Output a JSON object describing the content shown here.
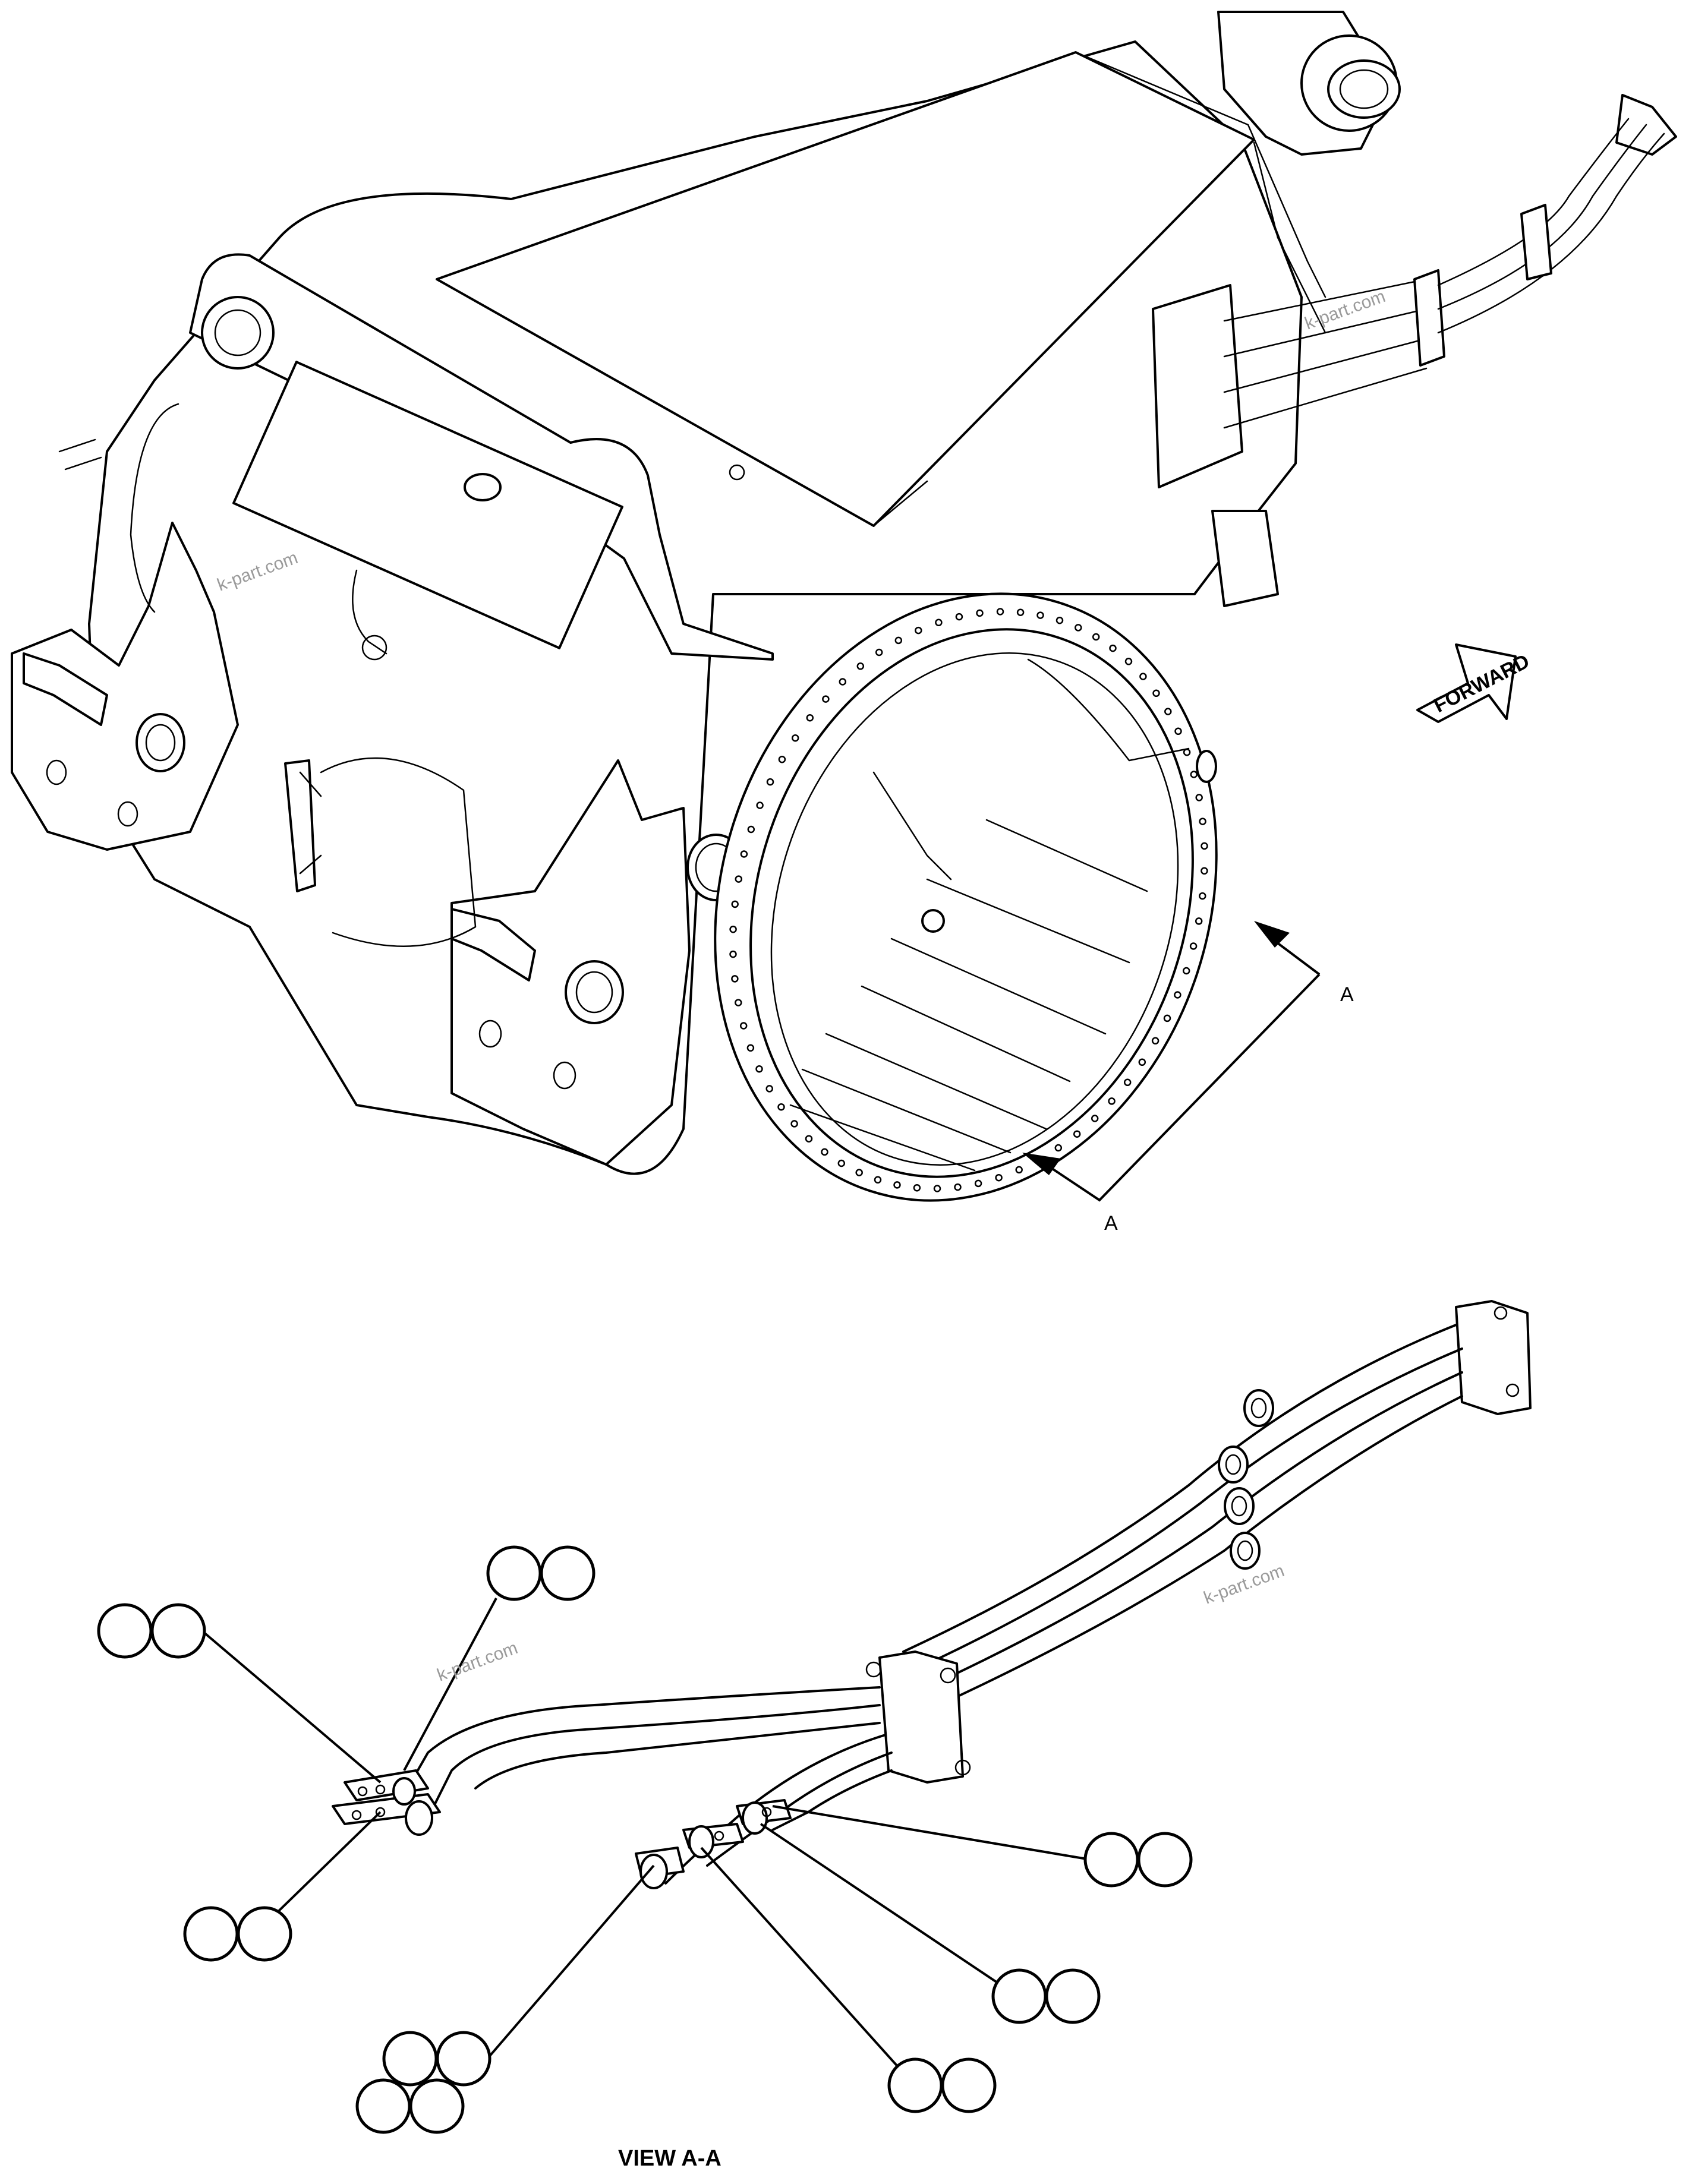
{
  "forward_label": "FORWARD",
  "section_marker_top": "A",
  "section_marker_bottom": "A",
  "view_label": "VIEW A-A",
  "watermark": "k-part.com",
  "colors": {
    "line": "#000000",
    "background": "#ffffff",
    "watermark": "#9a9a9a"
  }
}
